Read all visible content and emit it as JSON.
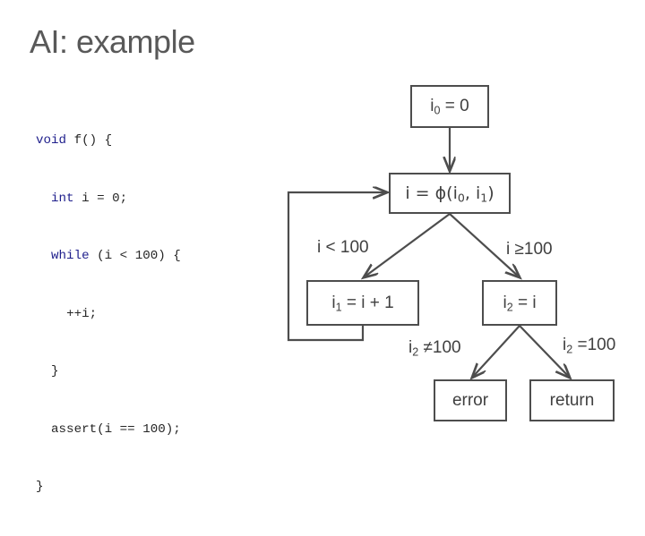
{
  "slide": {
    "title": "AI: example",
    "background_color": "#ffffff",
    "title_color": "#595959"
  },
  "code": {
    "language": "c",
    "keyword_color": "#1f1f8c",
    "text_color": "#262626",
    "lines": [
      {
        "indent": 0,
        "keyword": "void",
        "rest": " f() {"
      },
      {
        "indent": 1,
        "keyword": "int",
        "rest": " i = 0;"
      },
      {
        "indent": 1,
        "keyword": "while",
        "rest": " (i < 100) {"
      },
      {
        "indent": 2,
        "keyword": "",
        "rest": "++i;"
      },
      {
        "indent": 1,
        "keyword": "",
        "rest": "}"
      },
      {
        "indent": 1,
        "keyword": "",
        "rest": "assert(i == 100);"
      },
      {
        "indent": 0,
        "keyword": "",
        "rest": "}"
      }
    ],
    "full_text": "void f() {\n  int i = 0;\n  while (i < 100) {\n    ++i;\n  }\n  assert(i == 100);\n}"
  },
  "flowchart": {
    "stroke_color": "#4d4d4d",
    "text_color": "#404040",
    "nodes": [
      {
        "id": "init",
        "label_html": "i<sub>0</sub> = 0",
        "label_text": "i0 = 0"
      },
      {
        "id": "phi",
        "label_html": "i = &#981;(i<sub>0</sub>, i<sub>1</sub>)",
        "label_text": "i = phi(i0, i1)"
      },
      {
        "id": "incr",
        "label_html": "i<sub>1</sub> = i + 1",
        "label_text": "i1 = i + 1"
      },
      {
        "id": "exit",
        "label_html": "i<sub>2</sub> = i",
        "label_text": "i2 = i"
      },
      {
        "id": "error",
        "label_html": "error",
        "label_text": "error"
      },
      {
        "id": "return",
        "label_html": "return",
        "label_text": "return"
      }
    ],
    "edge_labels": [
      {
        "id": "lt100",
        "label_html": "i &lt; 100",
        "label_text": "i < 100"
      },
      {
        "id": "ge100",
        "label_html": "i &#8805;100",
        "label_text": "i ≥100"
      },
      {
        "id": "ne100",
        "label_html": "i<sub>2</sub> &#8800;100",
        "label_text": "i2 ≠100"
      },
      {
        "id": "eq100",
        "label_html": "i<sub>2</sub> =100",
        "label_text": "i2 =100"
      }
    ]
  }
}
